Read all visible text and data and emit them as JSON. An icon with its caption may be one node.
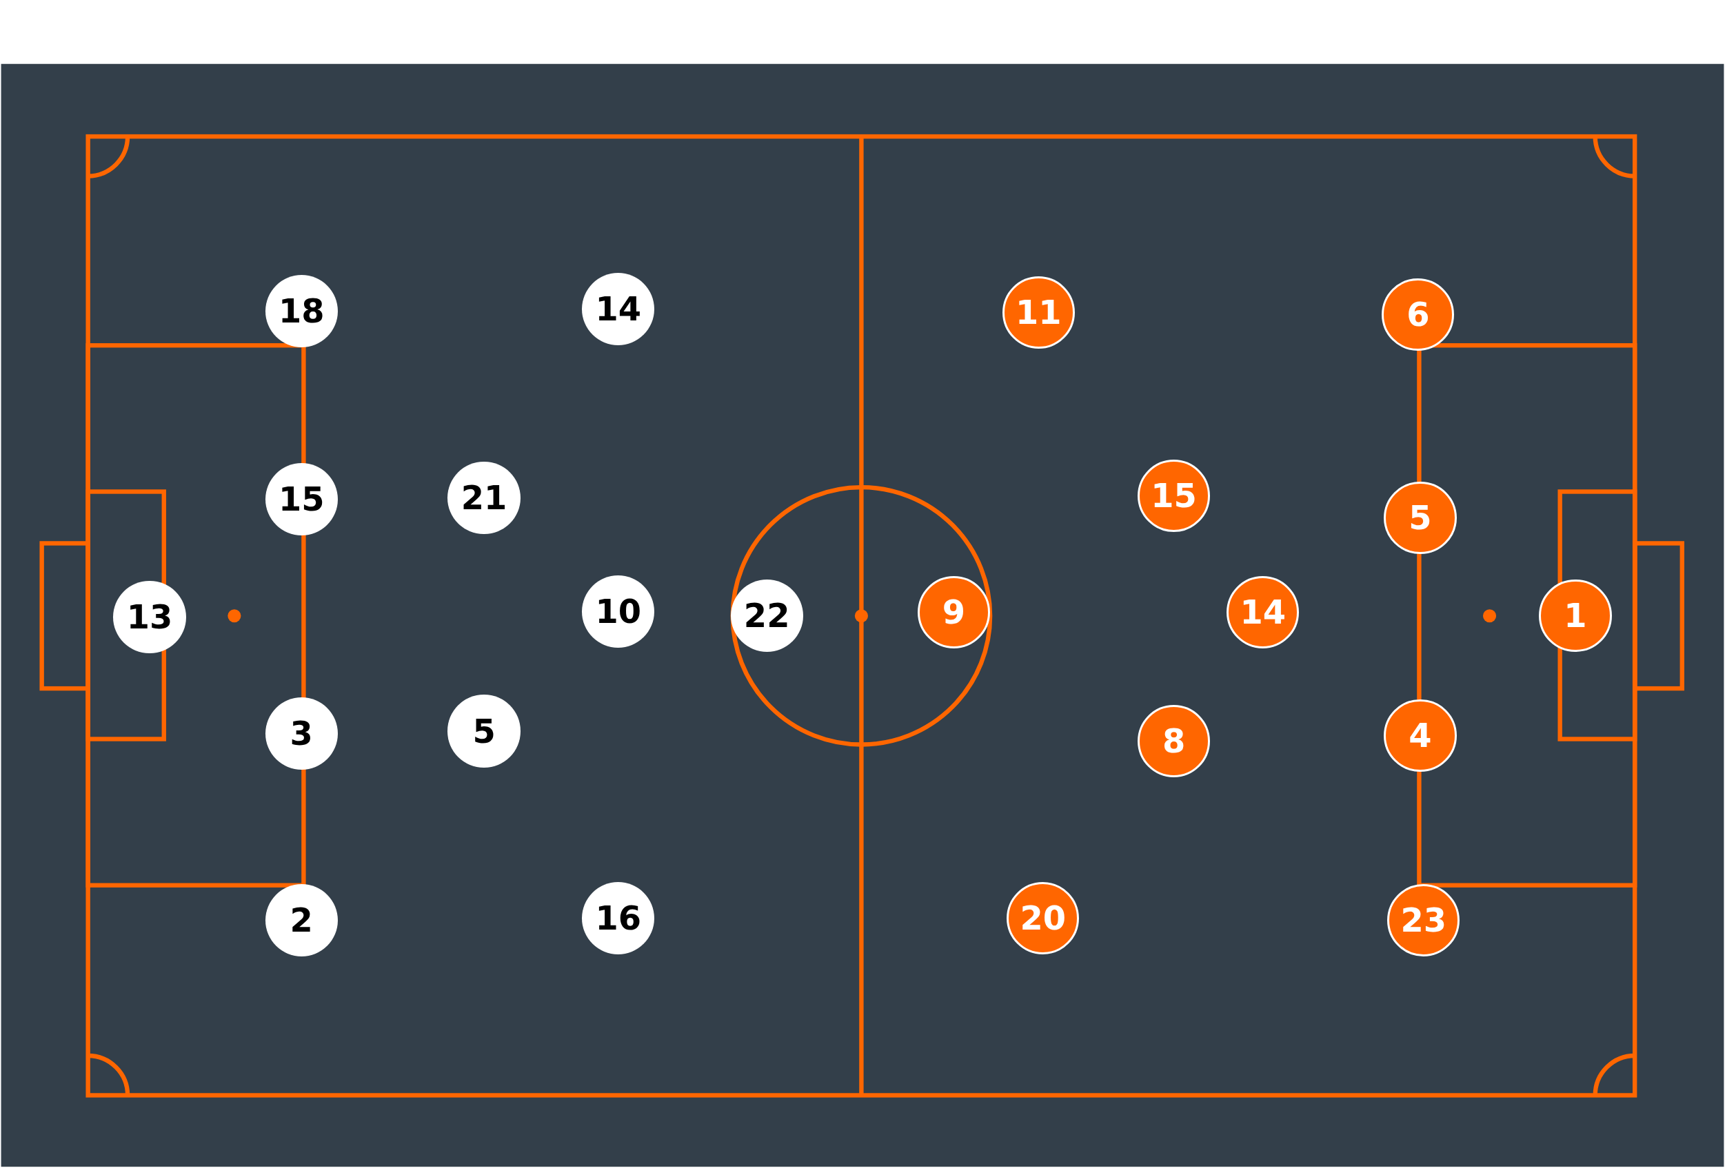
{
  "diagram": {
    "nodes": [
      {
        "text": [
          "18"
        ]
      },
      {
        "text": [
          "14"
        ]
      },
      {
        "text": [
          "11"
        ]
      },
      {
        "text": [
          "6"
        ]
      },
      {
        "text": [
          "15"
        ]
      },
      {
        "text": [
          "21"
        ]
      },
      {
        "text": [
          "15"
        ]
      },
      {
        "text": [
          "5"
        ]
      },
      {
        "text": [
          "13"
        ]
      },
      {
        "text": [
          "10"
        ]
      },
      {
        "text": [
          "22"
        ]
      },
      {
        "text": [
          "9"
        ]
      },
      {
        "text": [
          "14"
        ]
      },
      {
        "text": [
          "1"
        ]
      },
      {
        "text": [
          "3"
        ]
      },
      {
        "text": [
          "5"
        ]
      },
      {
        "text": [
          "8"
        ]
      },
      {
        "text": [
          "4"
        ]
      },
      {
        "text": [
          "2"
        ]
      },
      {
        "text": [
          "16"
        ]
      },
      {
        "text": [
          "20"
        ]
      },
      {
        "text": [
          "23"
        ]
      }
    ]
  }
}
